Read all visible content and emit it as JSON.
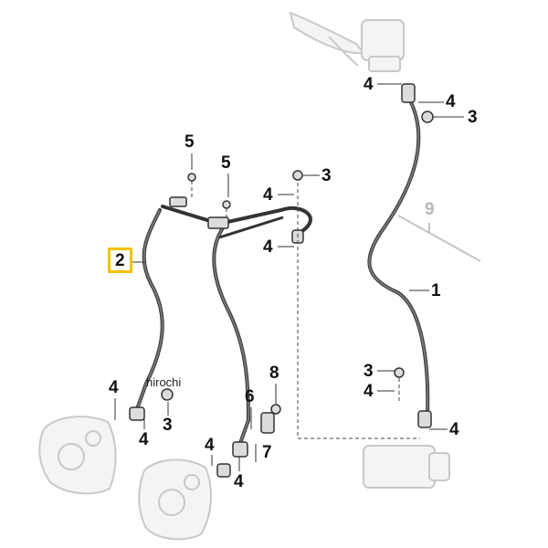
{
  "callouts": [
    {
      "id": "c4-top-left",
      "label": "4"
    },
    {
      "id": "c4-top-right",
      "label": "4"
    },
    {
      "id": "c3-top-right",
      "label": "3"
    },
    {
      "id": "c5-left",
      "label": "5"
    },
    {
      "id": "c5-right",
      "label": "5"
    },
    {
      "id": "c3-mid",
      "label": "3"
    },
    {
      "id": "c4-mid-upper",
      "label": "4"
    },
    {
      "id": "c4-mid-lower",
      "label": "4"
    },
    {
      "id": "c9",
      "label": "9"
    },
    {
      "id": "c2",
      "label": "2"
    },
    {
      "id": "c1",
      "label": "1"
    },
    {
      "id": "c3-right-lower",
      "label": "3"
    },
    {
      "id": "c4-right-lower",
      "label": "4"
    },
    {
      "id": "c4-bottom-right",
      "label": "4"
    },
    {
      "id": "c8",
      "label": "8"
    },
    {
      "id": "c6",
      "label": "6"
    },
    {
      "id": "c7",
      "label": "7"
    },
    {
      "id": "c4-left-caliper-up",
      "label": "4"
    },
    {
      "id": "c4-left-caliper-down",
      "label": "4"
    },
    {
      "id": "c3-left-caliper",
      "label": "3"
    },
    {
      "id": "c4-center-caliper-up",
      "label": "4"
    },
    {
      "id": "c4-center-caliper-down",
      "label": "4"
    }
  ],
  "highlight": "2",
  "watermark": "hirochi",
  "colors": {
    "highlight_border": "#f2c200",
    "line": "#333333",
    "ghost": "#cfcfcf"
  }
}
